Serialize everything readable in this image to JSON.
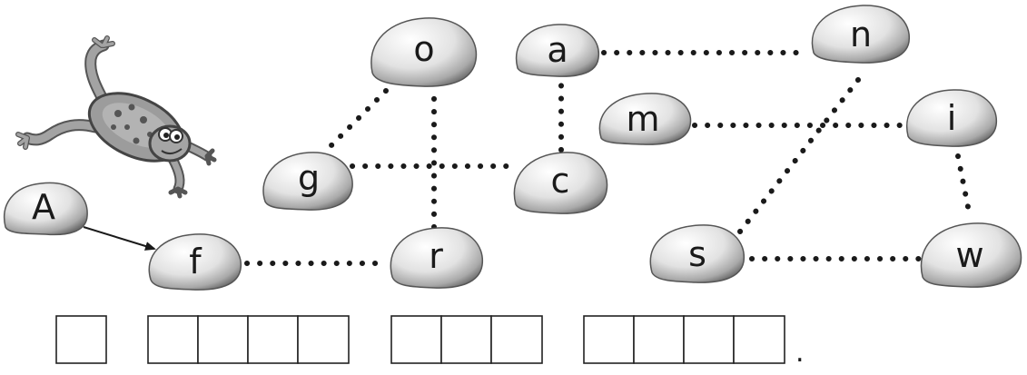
{
  "puzzle": {
    "stones": [
      {
        "id": "A",
        "letter": "A"
      },
      {
        "id": "f",
        "letter": "f"
      },
      {
        "id": "g",
        "letter": "g"
      },
      {
        "id": "o",
        "letter": "o"
      },
      {
        "id": "r",
        "letter": "r"
      },
      {
        "id": "a",
        "letter": "a"
      },
      {
        "id": "c",
        "letter": "c"
      },
      {
        "id": "m",
        "letter": "m"
      },
      {
        "id": "n",
        "letter": "n"
      },
      {
        "id": "i",
        "letter": "i"
      },
      {
        "id": "s",
        "letter": "s"
      },
      {
        "id": "w",
        "letter": "w"
      }
    ],
    "start_arrow": {
      "from": "A",
      "to": "f"
    },
    "dotted_paths": [
      [
        "f",
        "r"
      ],
      [
        "r",
        "o"
      ],
      [
        "o",
        "g"
      ],
      [
        "g",
        "c"
      ],
      [
        "c",
        "a"
      ],
      [
        "a",
        "n"
      ],
      [
        "n",
        "s"
      ],
      [
        "s",
        "w"
      ],
      [
        "w",
        "i"
      ],
      [
        "i",
        "m"
      ]
    ],
    "answer_groups": [
      {
        "boxes": 1
      },
      {
        "boxes": 4
      },
      {
        "boxes": 3
      },
      {
        "boxes": 4
      }
    ],
    "end_mark": "."
  },
  "colors": {
    "stone_fill": "#ececec",
    "stone_shadow": "#7a7a7a",
    "frog_body": "#9a9a9a",
    "ink": "#1a1a1a"
  },
  "icons": {
    "frog": "frog-illustration"
  }
}
